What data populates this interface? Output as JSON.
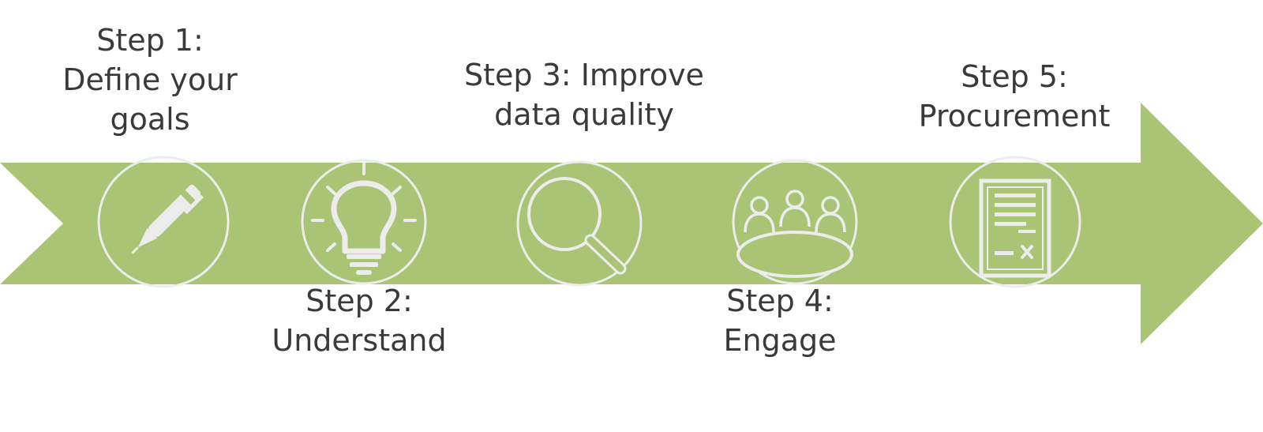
{
  "colors": {
    "arrow": "#a9c474",
    "icon_stroke": "#ececec",
    "label_text": "#3a3a3a",
    "background": "#ffffff"
  },
  "steps": [
    {
      "line1": "Step 1:",
      "line2": "Define your",
      "line3": "goals",
      "icon": "pen-icon"
    },
    {
      "line1": "Step 2:",
      "line2": "Understand",
      "icon": "lightbulb-icon"
    },
    {
      "line1": "Step 3: Improve",
      "line2": "data quality",
      "icon": "magnifier-icon"
    },
    {
      "line1": "Step 4:",
      "line2": "Engage",
      "icon": "meeting-table-icon"
    },
    {
      "line1": "Step 5:",
      "line2": "Procurement",
      "icon": "contract-document-icon"
    }
  ]
}
